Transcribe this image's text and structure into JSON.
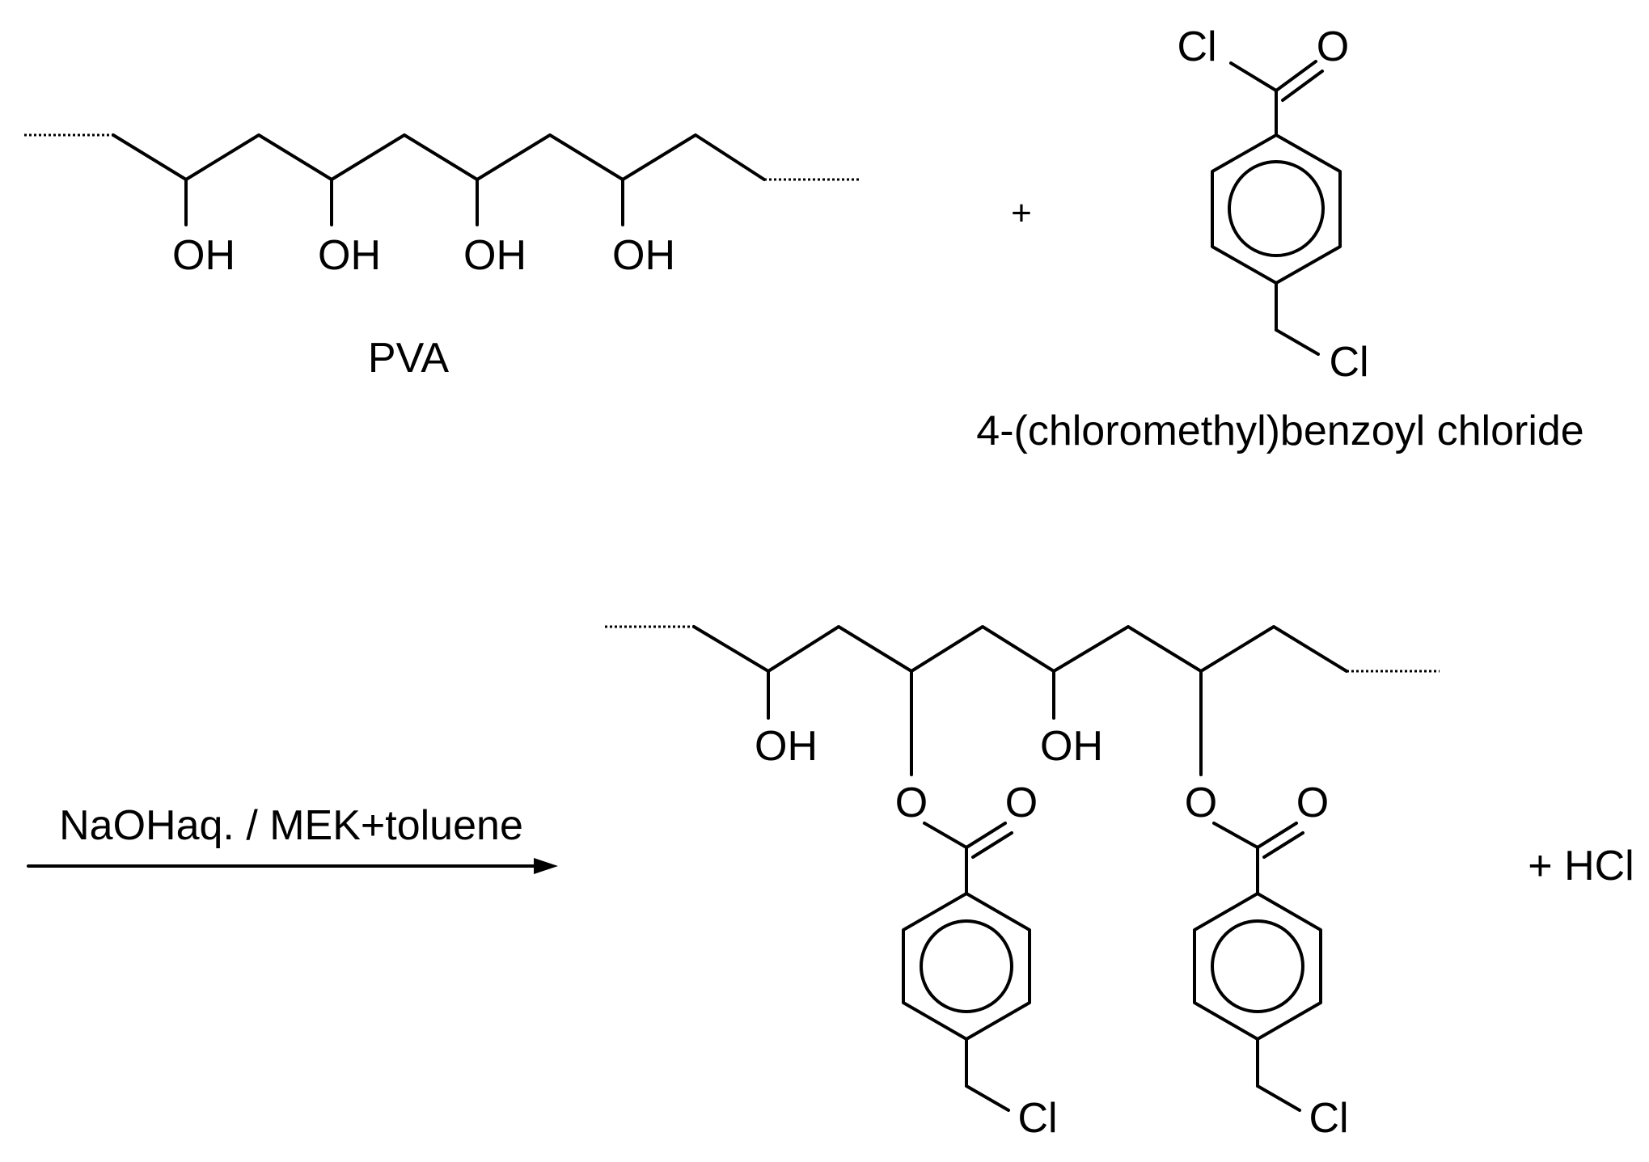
{
  "reactant_pva": {
    "hydroxyl_labels": [
      "OH",
      "OH",
      "OH",
      "OH"
    ],
    "name": "PVA"
  },
  "plus_sign": "+",
  "reactant_acyl_chloride": {
    "acyl_cl": "Cl",
    "carbonyl_o": "O",
    "benzyl_cl": "Cl",
    "name": "4-(chloromethyl)benzoyl chloride"
  },
  "conditions": "NaOHaq. / MEK+toluene",
  "product": {
    "hydroxyl_labels": [
      "OH",
      "OH"
    ],
    "ester_o_labels": [
      "O",
      "O"
    ],
    "carbonyl_o_labels": [
      "O",
      "O"
    ],
    "benzyl_cl_labels": [
      "Cl",
      "Cl"
    ]
  },
  "byproduct": "+ HCl"
}
